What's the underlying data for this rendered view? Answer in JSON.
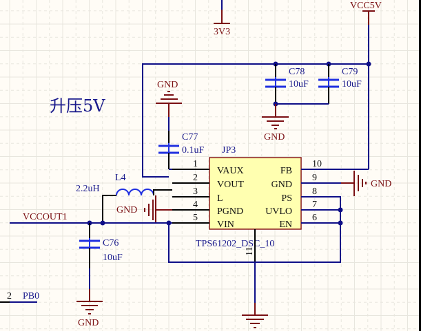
{
  "title": "升压5V",
  "nets": {
    "top_power_3v3": "3V3",
    "vcc5v": "VCC5V",
    "vccout1": "VCCOUT1",
    "gnd": "GND"
  },
  "components": {
    "c78": {
      "ref": "C78",
      "value": "10uF"
    },
    "c79": {
      "ref": "C79",
      "value": "10uF"
    },
    "c77": {
      "ref": "C77",
      "value": "0.1uF"
    },
    "c76": {
      "ref": "C76",
      "value": "10uF"
    },
    "l4": {
      "ref": "L4",
      "value": "2.2uH"
    },
    "ic": {
      "ref": "JP3",
      "part": "TPS61202_DSC_10",
      "left_pins": [
        {
          "num": "1",
          "name": "VAUX"
        },
        {
          "num": "2",
          "name": "VOUT"
        },
        {
          "num": "3",
          "name": "L"
        },
        {
          "num": "4",
          "name": "PGND"
        },
        {
          "num": "5",
          "name": "VIN"
        }
      ],
      "right_pins": [
        {
          "num": "10",
          "name": "FB"
        },
        {
          "num": "9",
          "name": "GND"
        },
        {
          "num": "8",
          "name": "PS"
        },
        {
          "num": "7",
          "name": "UVLO"
        },
        {
          "num": "6",
          "name": "EN"
        }
      ],
      "bottom_pin": "11"
    }
  },
  "connector_pin": {
    "num": "2",
    "net": "PB0"
  },
  "colors": {
    "background": "#fffcf6",
    "wire": "#0e0e87",
    "power": "#7a0f12",
    "capacitor": "#1f2fe0",
    "ic_body": "#ffffb0",
    "ic_border": "#8a1a1a"
  }
}
